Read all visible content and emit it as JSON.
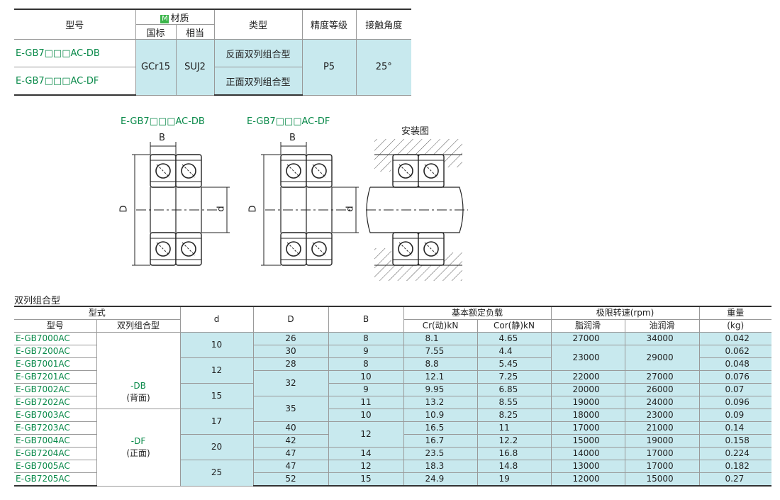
{
  "spec_table": {
    "headers": {
      "model": "型号",
      "material_badge": "M",
      "material": "材质",
      "national": "国标",
      "equivalent": "相当",
      "type": "类型",
      "precision": "精度等级",
      "contact_angle": "接触角度"
    },
    "rows": [
      {
        "model": "E-GB7□□□AC-DB",
        "type": "反面双列组合型"
      },
      {
        "model": "E-GB7□□□AC-DF",
        "type": "正面双列组合型"
      }
    ],
    "national_value": "GCr15",
    "equivalent_value": "SUJ2",
    "precision_value": "P5",
    "contact_angle_value": "25°"
  },
  "drawing": {
    "db_label": "E-GB7□□□AC-DB",
    "df_label": "E-GB7□□□AC-DF",
    "install_label": "安装图",
    "dim_B": "B",
    "dim_D": "D",
    "dim_d": "d"
  },
  "section_title": "双列组合型",
  "main_table": {
    "headers": {
      "model_group": "型式",
      "model": "型号",
      "double_type": "双列组合型",
      "d": "d",
      "D": "D",
      "B": "B",
      "load": "基本额定负载",
      "cr": "Cr(动)kN",
      "cor": "Cor(静)kN",
      "speed": "极限转速(rpm)",
      "grease": "脂润滑",
      "oil": "油润滑",
      "weight": "重量",
      "weight_unit": "(kg)"
    },
    "type_db": "-DB",
    "type_db_note": "(背面)",
    "type_df": "-DF",
    "type_df_note": "(正面)",
    "rows": [
      {
        "model": "E-GB7000AC",
        "D": "26",
        "B": "8",
        "cr": "8.1",
        "cor": "4.65",
        "grease": "27000",
        "oil": "34000",
        "weight": "0.042"
      },
      {
        "model": "E-GB7200AC",
        "D": "30",
        "B": "9",
        "cr": "7.55",
        "cor": "4.4",
        "weight": "0.062"
      },
      {
        "model": "E-GB7001AC",
        "D": "28",
        "B": "8",
        "cr": "8.8",
        "cor": "5.45",
        "weight": "0.048"
      },
      {
        "model": "E-GB7201AC",
        "B": "10",
        "cr": "12.1",
        "cor": "7.25",
        "grease": "22000",
        "oil": "27000",
        "weight": "0.076"
      },
      {
        "model": "E-GB7002AC",
        "B": "9",
        "cr": "9.95",
        "cor": "6.85",
        "grease": "20000",
        "oil": "26000",
        "weight": "0.07"
      },
      {
        "model": "E-GB7202AC",
        "B": "11",
        "cr": "13.2",
        "cor": "8.55",
        "grease": "19000",
        "oil": "24000",
        "weight": "0.096"
      },
      {
        "model": "E-GB7003AC",
        "B": "10",
        "cr": "10.9",
        "cor": "8.25",
        "grease": "18000",
        "oil": "23000",
        "weight": "0.09"
      },
      {
        "model": "E-GB7203AC",
        "D": "40",
        "cr": "16.5",
        "cor": "11",
        "grease": "17000",
        "oil": "21000",
        "weight": "0.14"
      },
      {
        "model": "E-GB7004AC",
        "D": "42",
        "cr": "16.7",
        "cor": "12.2",
        "grease": "15000",
        "oil": "19000",
        "weight": "0.158"
      },
      {
        "model": "E-GB7204AC",
        "D": "47",
        "B": "14",
        "cr": "23.5",
        "cor": "16.8",
        "grease": "14000",
        "oil": "17000",
        "weight": "0.224"
      },
      {
        "model": "E-GB7005AC",
        "D": "47",
        "B": "12",
        "cr": "18.3",
        "cor": "14.8",
        "grease": "13000",
        "oil": "17000",
        "weight": "0.182"
      },
      {
        "model": "E-GB7205AC",
        "D": "52",
        "B": "15",
        "cr": "24.9",
        "cor": "19",
        "grease": "12000",
        "oil": "15000",
        "weight": "0.27"
      }
    ],
    "merged": {
      "d_10": "10",
      "d_12": "12",
      "d_15": "15",
      "d_17": "17",
      "d_20": "20",
      "d_25": "25",
      "D_32": "32",
      "D_35": "35",
      "B_12": "12",
      "grease_23000": "23000",
      "oil_29000": "29000"
    }
  },
  "colors": {
    "accent_green": "#0a8a4a",
    "cell_cyan": "#c8e9ee",
    "badge_green": "#3bb54a"
  }
}
